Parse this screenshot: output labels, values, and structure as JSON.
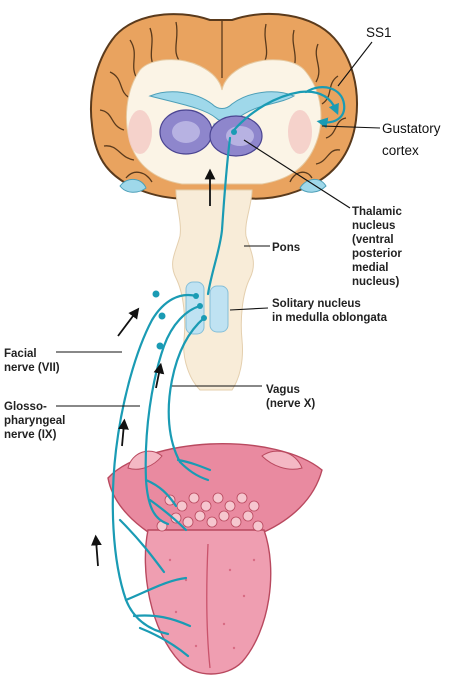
{
  "labels": {
    "ss1": "SS1",
    "gustatory": [
      "Gustatory",
      "cortex"
    ],
    "thalamic": [
      "Thalamic",
      "nucleus",
      "(ventral",
      "posterior",
      "medial",
      "nucleus)"
    ],
    "pons": "Pons",
    "solitary": [
      "Solitary nucleus",
      "in medulla oblongata"
    ],
    "facial": [
      "Facial",
      "nerve (VII)"
    ],
    "vagus": [
      "Vagus",
      "(nerve X)"
    ],
    "glosso": [
      "Glosso-",
      "pharyngeal",
      "nerve (IX)"
    ]
  },
  "colors": {
    "cortex": "#e9a35f",
    "cortex_outline": "#5a3a1c",
    "white_matter": "#fbf4e6",
    "ventricle": "#9fd8ea",
    "thalamus": "#8e86cc",
    "brainstem": "#f8ecd8",
    "solitary_nucleus": "#bfe2f2",
    "nerve": "#1a9bb4",
    "tongue": "#e98aa0",
    "tongue_dark": "#c9536b",
    "arrow": "#111111"
  }
}
